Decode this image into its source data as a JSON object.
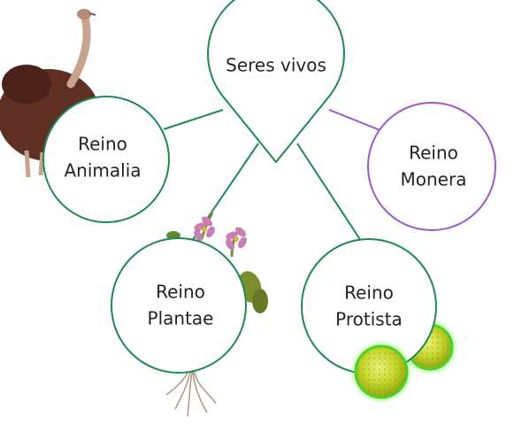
{
  "diagram": {
    "center": {
      "label": "Seres vivos"
    },
    "nodes": [
      {
        "id": "animalia",
        "line1": "Reino",
        "line2": "Animalia",
        "color": "#1e8a52"
      },
      {
        "id": "monera",
        "line1": "Reino",
        "line2": "Monera",
        "color": "#9b59c9"
      },
      {
        "id": "plantae",
        "line1": "Reino",
        "line2": "Plantae",
        "color": "#1e8a52"
      },
      {
        "id": "protista",
        "line1": "Reino",
        "line2": "Protista",
        "color": "#1e8a52"
      }
    ]
  },
  "colors": {
    "green": "#1e8a52",
    "purple": "#9b59c9"
  },
  "illustrations": [
    "ostrich",
    "flowering-plant",
    "green-protist-cells"
  ]
}
